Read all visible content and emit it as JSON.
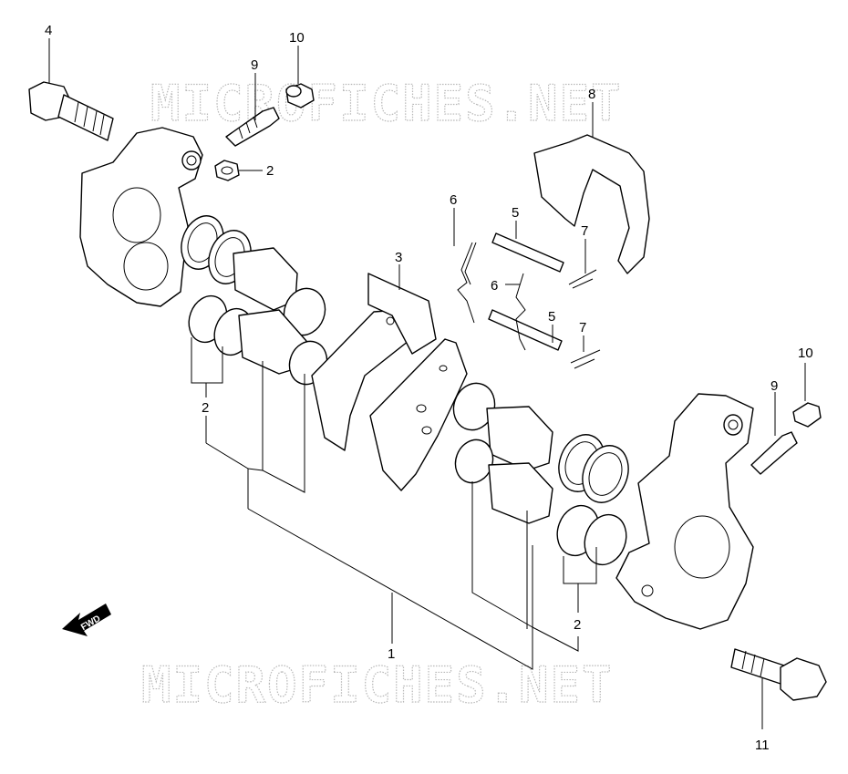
{
  "watermark": {
    "text": "MICROFICHES.NET"
  },
  "direction_indicator": {
    "label": "FWD"
  },
  "callouts": {
    "c1": "1",
    "c2a": "2",
    "c2b": "2",
    "c2c": "2",
    "c3": "3",
    "c4": "4",
    "c5a": "5",
    "c5b": "5",
    "c6a": "6",
    "c6b": "6",
    "c7a": "7",
    "c7b": "7",
    "c8": "8",
    "c9a": "9",
    "c9b": "9",
    "c10a": "10",
    "c10b": "10",
    "c11": "11"
  }
}
